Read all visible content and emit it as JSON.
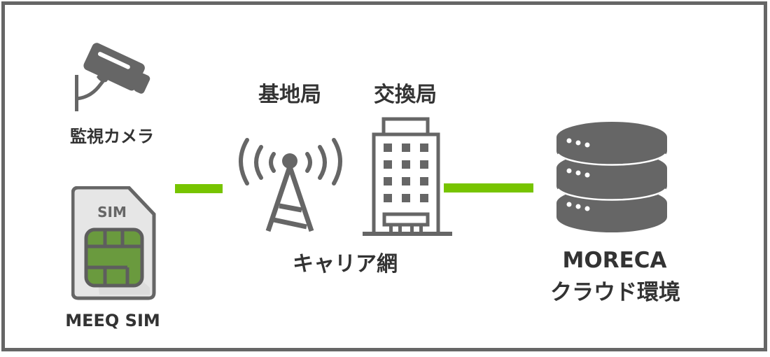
{
  "colors": {
    "frame": "#666666",
    "icon": "#666666",
    "text": "#333333",
    "link": "#77c400",
    "sim_body": "#e6e6e6",
    "sim_chip": "#6a9a3e"
  },
  "nodes": {
    "camera": {
      "label": "監視カメラ",
      "icon": "security-camera-icon"
    },
    "sim": {
      "label": "MEEQ SIM",
      "icon": "sim-card-icon",
      "card_text": "SIM"
    },
    "base_station": {
      "label": "基地局",
      "icon": "antenna-tower-icon"
    },
    "exchange": {
      "label": "交換局",
      "icon": "building-icon"
    },
    "carrier_network": {
      "label": "キャリア網"
    },
    "cloud": {
      "label_line1": "MORECA",
      "label_line2": "クラウド環境",
      "icon": "database-server-icon"
    }
  },
  "links": [
    {
      "from": "sim",
      "to": "base_station"
    },
    {
      "from": "exchange",
      "to": "cloud"
    }
  ]
}
